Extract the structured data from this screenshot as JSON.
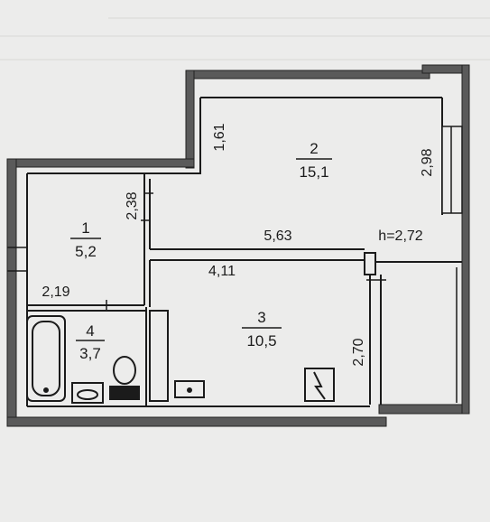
{
  "rooms": [
    {
      "number": "1",
      "area": "5,2"
    },
    {
      "number": "2",
      "area": "15,1"
    },
    {
      "number": "3",
      "area": "10,5"
    },
    {
      "number": "4",
      "area": "3,7"
    }
  ],
  "dimensions": {
    "d_1_61": "1,61",
    "d_2_38": "2,38",
    "d_2_98": "2,98",
    "d_5_63": "5,63",
    "d_4_11": "4,11",
    "d_2_19": "2,19",
    "d_2_70": "2,70"
  },
  "ceiling_height": "h=2,72",
  "icons": [
    "bathtub-icon",
    "sink-icon",
    "toilet-icon",
    "kitchen-sink-icon",
    "electric-panel-icon"
  ],
  "colors": {
    "wall": "#555555",
    "line": "#1b1b1b",
    "paper": "#ececeb"
  }
}
